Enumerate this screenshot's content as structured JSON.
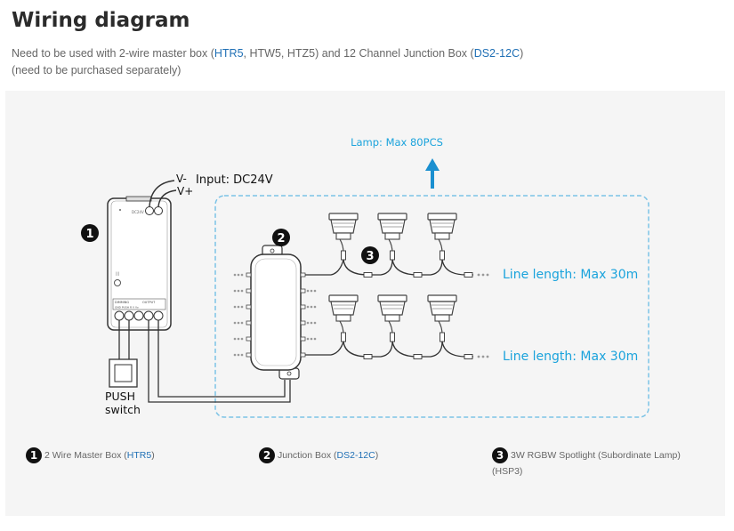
{
  "header": {
    "title": "Wiring diagram",
    "desc_prefix": "Need to be used with 2-wire master box (",
    "desc_link1": "HTR5",
    "desc_mid": ", HTW5, HTZ5) and 12 Channel Junction Box (",
    "desc_link2": "DS2-12C",
    "desc_suffix": ")",
    "desc_line2": "(need to be purchased separately)"
  },
  "diagram": {
    "lamp_label": "Lamp: Max 80PCS",
    "input_vminus": "V-",
    "input_label": "Input: DC24V",
    "input_vplus": "V+",
    "line_length_1": "Line length: Max 30m",
    "line_length_2": "Line length: Max 30m",
    "push_label": "PUSH",
    "switch_label": "switch",
    "badge1": "1",
    "badge2": "2",
    "badge3": "3",
    "box_text_small": "DIMMING",
    "box_text_output": "OUTPUT",
    "box_text_pins": "GND PUSH  R  V  Vo",
    "colors": {
      "accent": "#1aa3dc",
      "dashed_border": "#7cc3e6",
      "line": "#333333"
    }
  },
  "legend": [
    {
      "num": "1",
      "text": "2 Wire Master Box (",
      "link": "HTR5",
      "close": ")"
    },
    {
      "num": "2",
      "text": "Junction Box (",
      "link": "DS2-12C",
      "close": ")"
    },
    {
      "num": "3",
      "text": "3W RGBW Spotlight (Subordinate Lamp)",
      "line2": "(HSP3)"
    }
  ]
}
